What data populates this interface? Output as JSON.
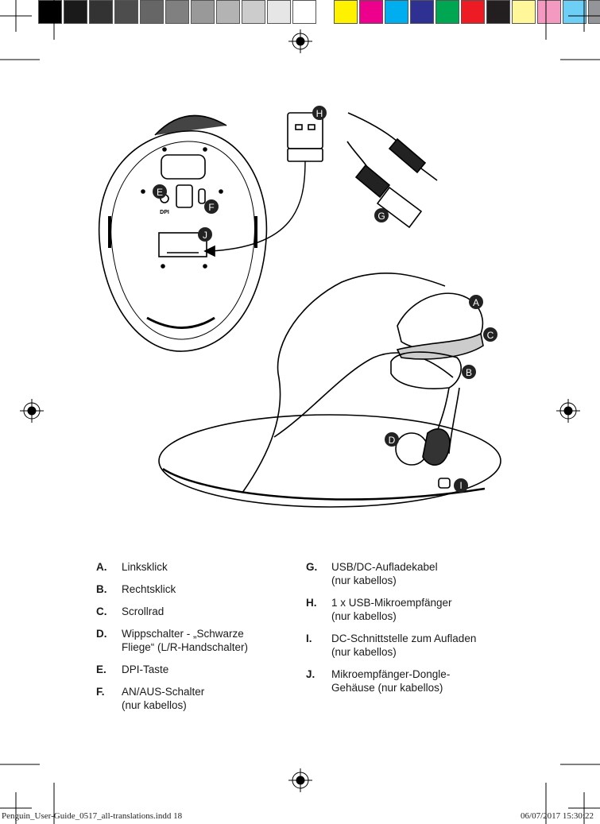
{
  "swatch_colors": [
    "#000000",
    "#1a1a1a",
    "#333333",
    "#4d4d4d",
    "#666666",
    "#808080",
    "#999999",
    "#b3b3b3",
    "#cccccc",
    "#e6e6e6",
    "#ffffff",
    "#fff200",
    "#ec008c",
    "#00aeef",
    "#2e3192",
    "#00a651",
    "#ed1c24",
    "#231f20",
    "#fff799",
    "#f49ac1",
    "#6dcff6",
    "#939598"
  ],
  "callouts": {
    "A": "A",
    "B": "B",
    "C": "C",
    "D": "D",
    "E": "E",
    "F": "F",
    "G": "G",
    "H": "H",
    "I": "I",
    "J": "J"
  },
  "dpi_label": "DPI",
  "legend_left": [
    {
      "letter": "A.",
      "line1": "Linksklick",
      "line2": ""
    },
    {
      "letter": "B.",
      "line1": "Rechtsklick",
      "line2": ""
    },
    {
      "letter": "C.",
      "line1": "Scrollrad",
      "line2": ""
    },
    {
      "letter": "D.",
      "line1": "Wippschalter - „Schwarze",
      "line2": "Fliege“ (L/R-Handschalter)"
    },
    {
      "letter": "E.",
      "line1": "DPI-Taste",
      "line2": ""
    },
    {
      "letter": "F.",
      "line1": "AN/AUS-Schalter",
      "line2": "(nur kabellos)"
    }
  ],
  "legend_right": [
    {
      "letter": "G.",
      "line1": "USB/DC-Aufladekabel",
      "line2": "(nur kabellos)"
    },
    {
      "letter": "H.",
      "line1": "1 x USB-Mikroempfänger",
      "line2": "(nur kabellos)"
    },
    {
      "letter": "I.",
      "line1": "DC-Schnittstelle zum Aufladen",
      "line2": "(nur kabellos)"
    },
    {
      "letter": "J.",
      "line1": "Mikroempfänger-Dongle-",
      "line2": "Gehäuse (nur kabellos)"
    }
  ],
  "footer": {
    "left": "Penguin_User-Guide_0517_all-translations.indd   18",
    "right": "06/07/2017   15:30:22"
  }
}
